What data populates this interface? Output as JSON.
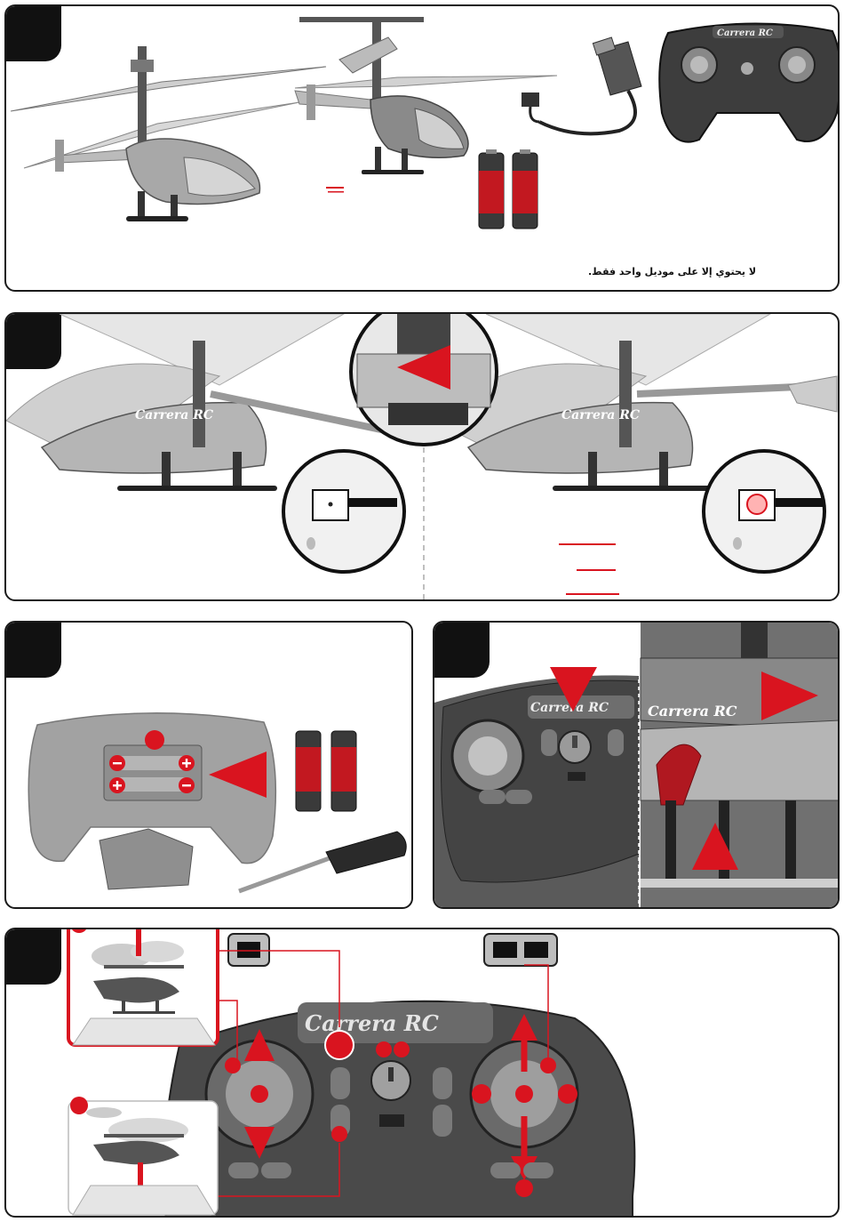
{
  "brand": {
    "name": "Carrera",
    "suffix": "RC"
  },
  "panel1": {
    "note": "لا يحتوي إلا على موديل واحد فقط."
  },
  "colors": {
    "accent": "#d9141f",
    "frame": "#1a1a1a",
    "panel_tab": "#111111",
    "gray_body": "#9a9a9a",
    "light_gray": "#d6d6d6"
  },
  "icons": {
    "minus": "minus-icon",
    "plus": "plus-icon",
    "power": "power-icon",
    "arrow_up": "arrow-up-icon",
    "arrow_down": "arrow-down-icon",
    "triangle_pointer": "triangle-pointer-icon"
  }
}
